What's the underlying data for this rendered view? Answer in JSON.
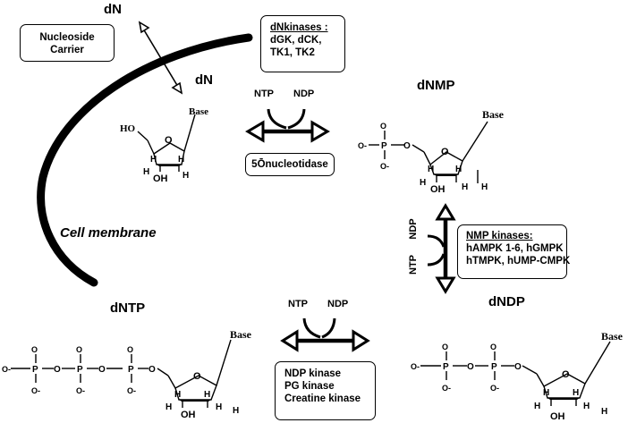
{
  "labels": {
    "dN_outside": "dN",
    "dN_inside": "dN",
    "dNMP": "dNMP",
    "dNTP": "dNTP",
    "dNDP": "dNDP",
    "cell_membrane": "Cell membrane"
  },
  "boxes": {
    "nucleoside_carrier": [
      "Nucleoside",
      "Carrier"
    ],
    "dnkinases": [
      "dNkinases :",
      "dGK, dCK,",
      "TK1, TK2"
    ],
    "nucleotidase": [
      "5Ōnucleotidase"
    ],
    "nmp_kinases": [
      "NMP kinases:",
      "hAMPK 1-6, hGMPK",
      "hTMPK, hUMP-CMPK"
    ],
    "ndp_kinases": [
      "NDP kinase",
      "PG kinase",
      "Creatine kinase"
    ]
  },
  "cofactors": {
    "top": {
      "ntp": "NTP",
      "ndp": "NDP"
    },
    "right": {
      "ndp": "NDP",
      "ntp": "NTP"
    },
    "bottom": {
      "ntp": "NTP",
      "ndp": "NDP"
    }
  },
  "atoms": {
    "ho": "HO",
    "oh": "OH",
    "o": "O",
    "h": "H",
    "p": "P",
    "o_minus": "O-",
    "base": "Base"
  }
}
